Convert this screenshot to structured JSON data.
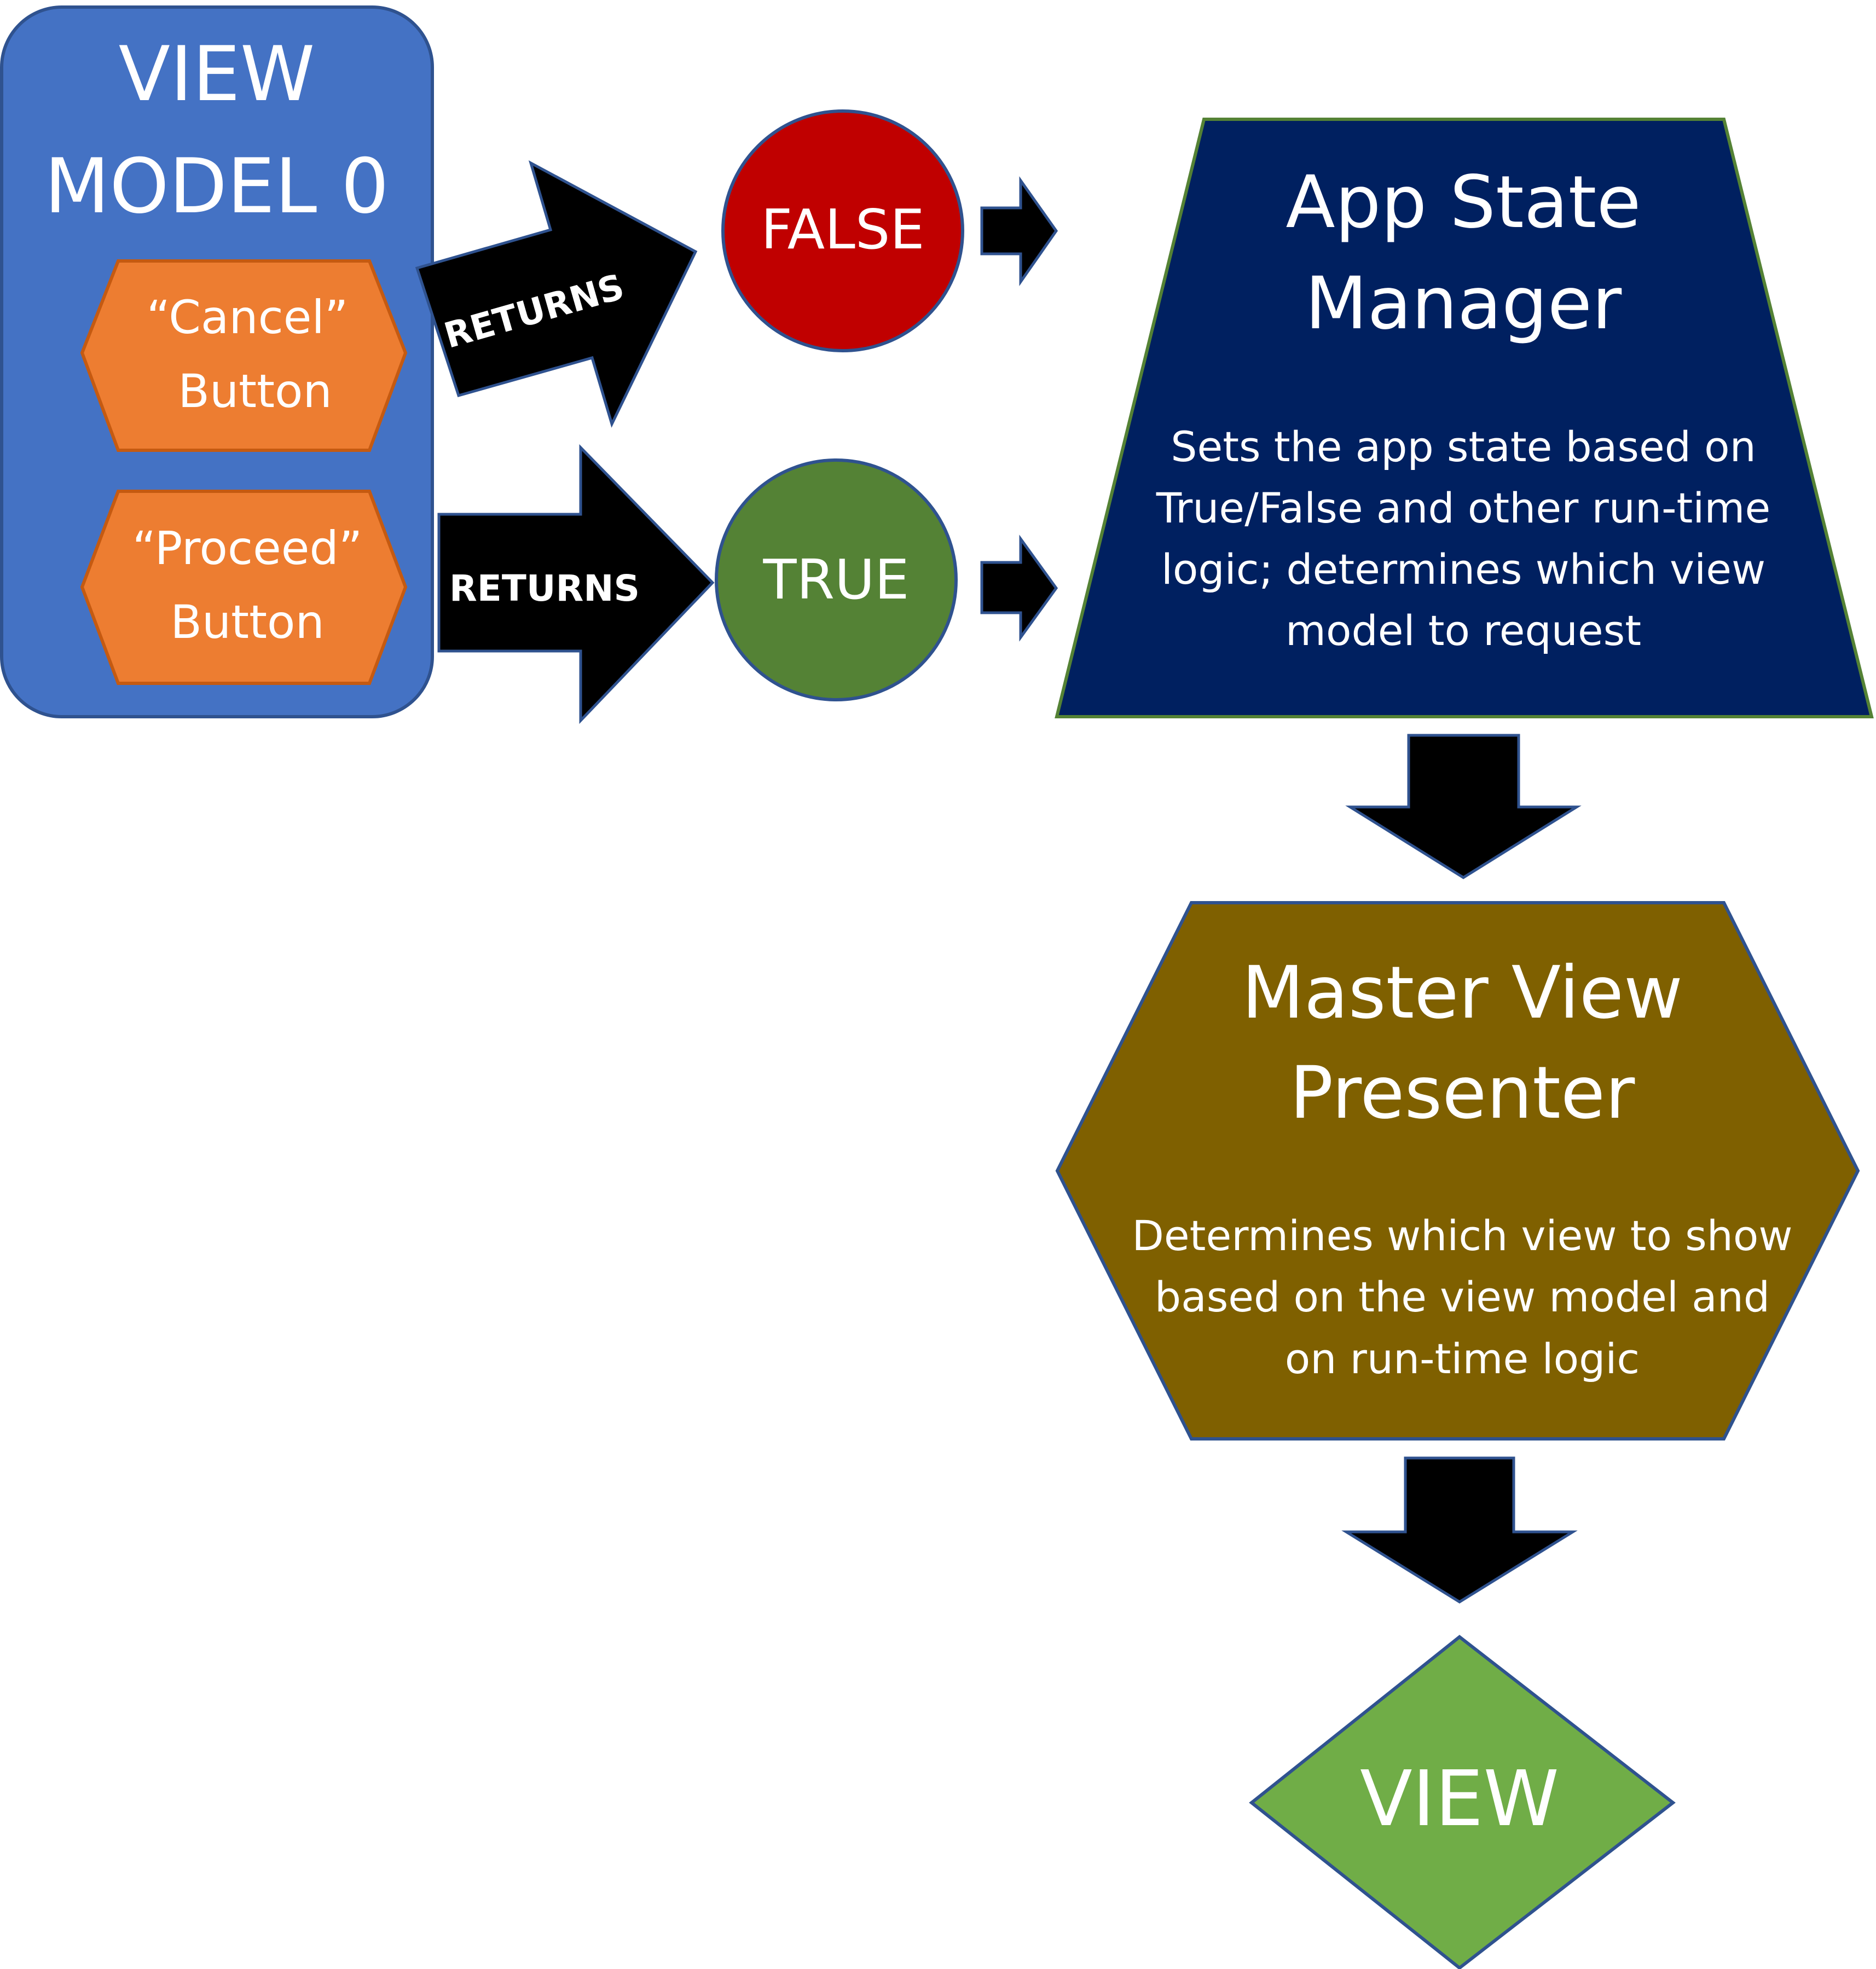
{
  "view_model": {
    "title_line1": "VIEW",
    "title_line2": "MODEL 0",
    "cancel_button": {
      "line1": "“Cancel”",
      "line2": "Button"
    },
    "proceed_button": {
      "line1": "“Proceed”",
      "line2": "Button"
    }
  },
  "arrows": {
    "cancel_returns": "RETURNS",
    "proceed_returns": "RETURNS"
  },
  "results": {
    "false_label": "FALSE",
    "true_label": "TRUE"
  },
  "app_state_manager": {
    "title_line1": "App State",
    "title_line2": "Manager",
    "desc_line1": "Sets the app state based on",
    "desc_line2": "True/False and other run-time",
    "desc_line3": "logic; determines which view",
    "desc_line4": "model to request"
  },
  "master_view_presenter": {
    "title_line1": "Master View",
    "title_line2": "Presenter",
    "desc_line1": "Determines which view to show",
    "desc_line2": "based on the view model and",
    "desc_line3": "on run-time logic"
  },
  "view": {
    "label": "VIEW"
  },
  "colors": {
    "view_model_fill": "#4472C4",
    "button_fill": "#ED7D31",
    "false_fill": "#C00000",
    "true_fill": "#548235",
    "app_state_fill": "#002060",
    "presenter_fill": "#7F6000",
    "view_fill": "#70AD47",
    "arrow_fill": "#000000"
  }
}
